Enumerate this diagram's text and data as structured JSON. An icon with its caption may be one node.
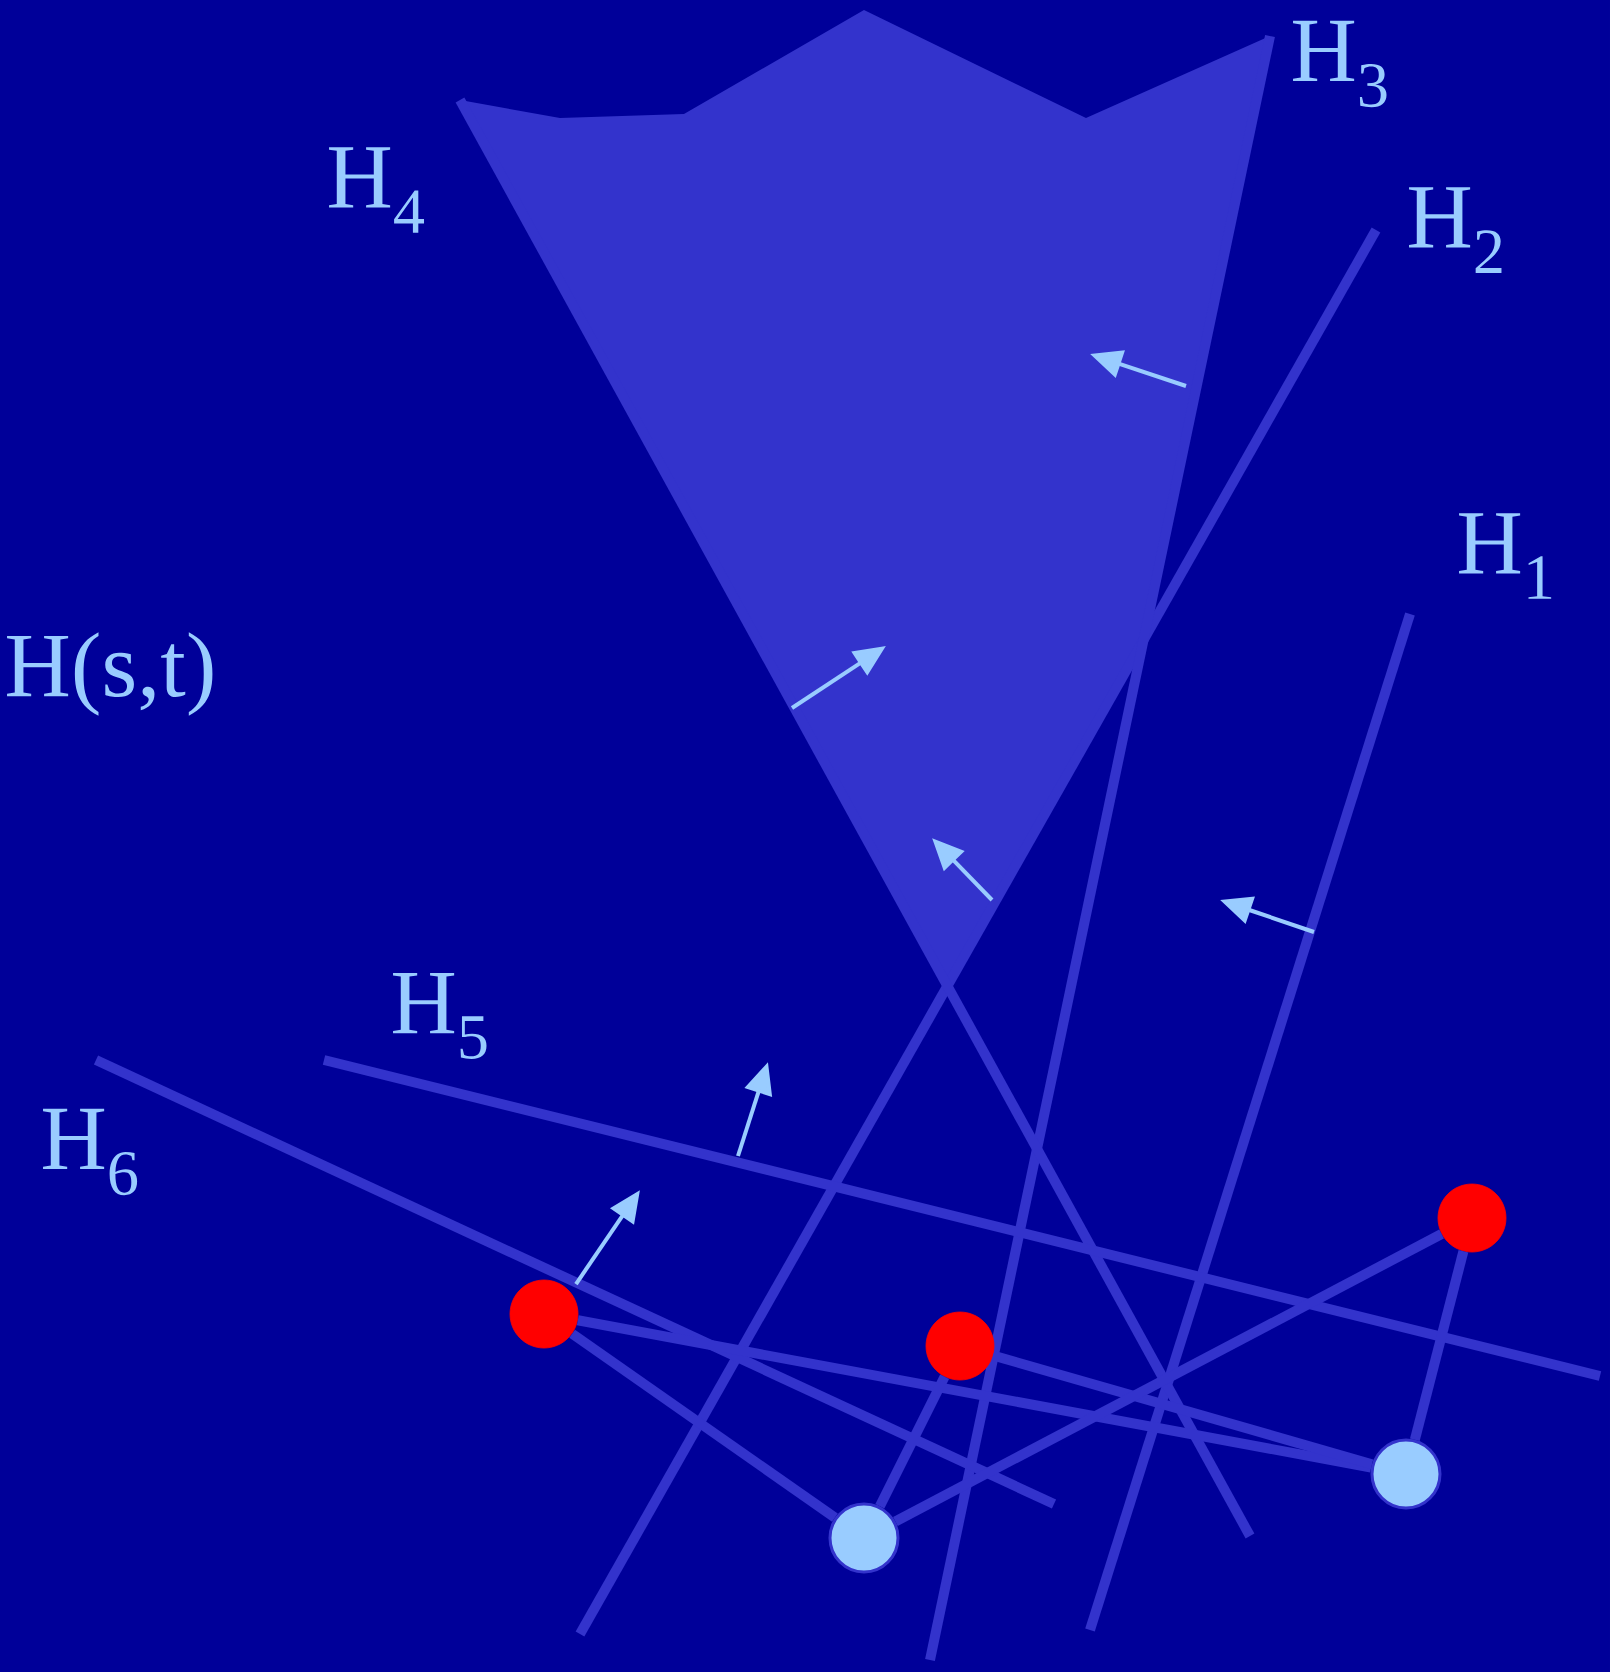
{
  "diagram": {
    "nodes": [
      {
        "text": [],
        "shape": "circle"
      },
      {
        "text": [],
        "shape": "circle"
      },
      {
        "text": [],
        "shape": "circle"
      },
      {
        "text": [],
        "shape": "circle"
      },
      {
        "text": [],
        "shape": "circle"
      }
    ],
    "edges": [
      {
        "from": 0,
        "to": 1,
        "arrow": "none"
      },
      {
        "from": 0,
        "to": 3,
        "arrow": "none"
      },
      {
        "from": 2,
        "to": 1,
        "arrow": "none"
      },
      {
        "from": 2,
        "to": 3,
        "arrow": "none"
      },
      {
        "from": 4,
        "to": 1,
        "arrow": "none"
      },
      {
        "from": 4,
        "to": 3,
        "arrow": "none"
      }
    ],
    "labels": [
      "H$_{3}$",
      "H$_{4}$",
      "H$_{2}$",
      "H$_{1}$",
      "H(s,t)",
      "H$_{5}$",
      "H$_{6}$"
    ]
  }
}
